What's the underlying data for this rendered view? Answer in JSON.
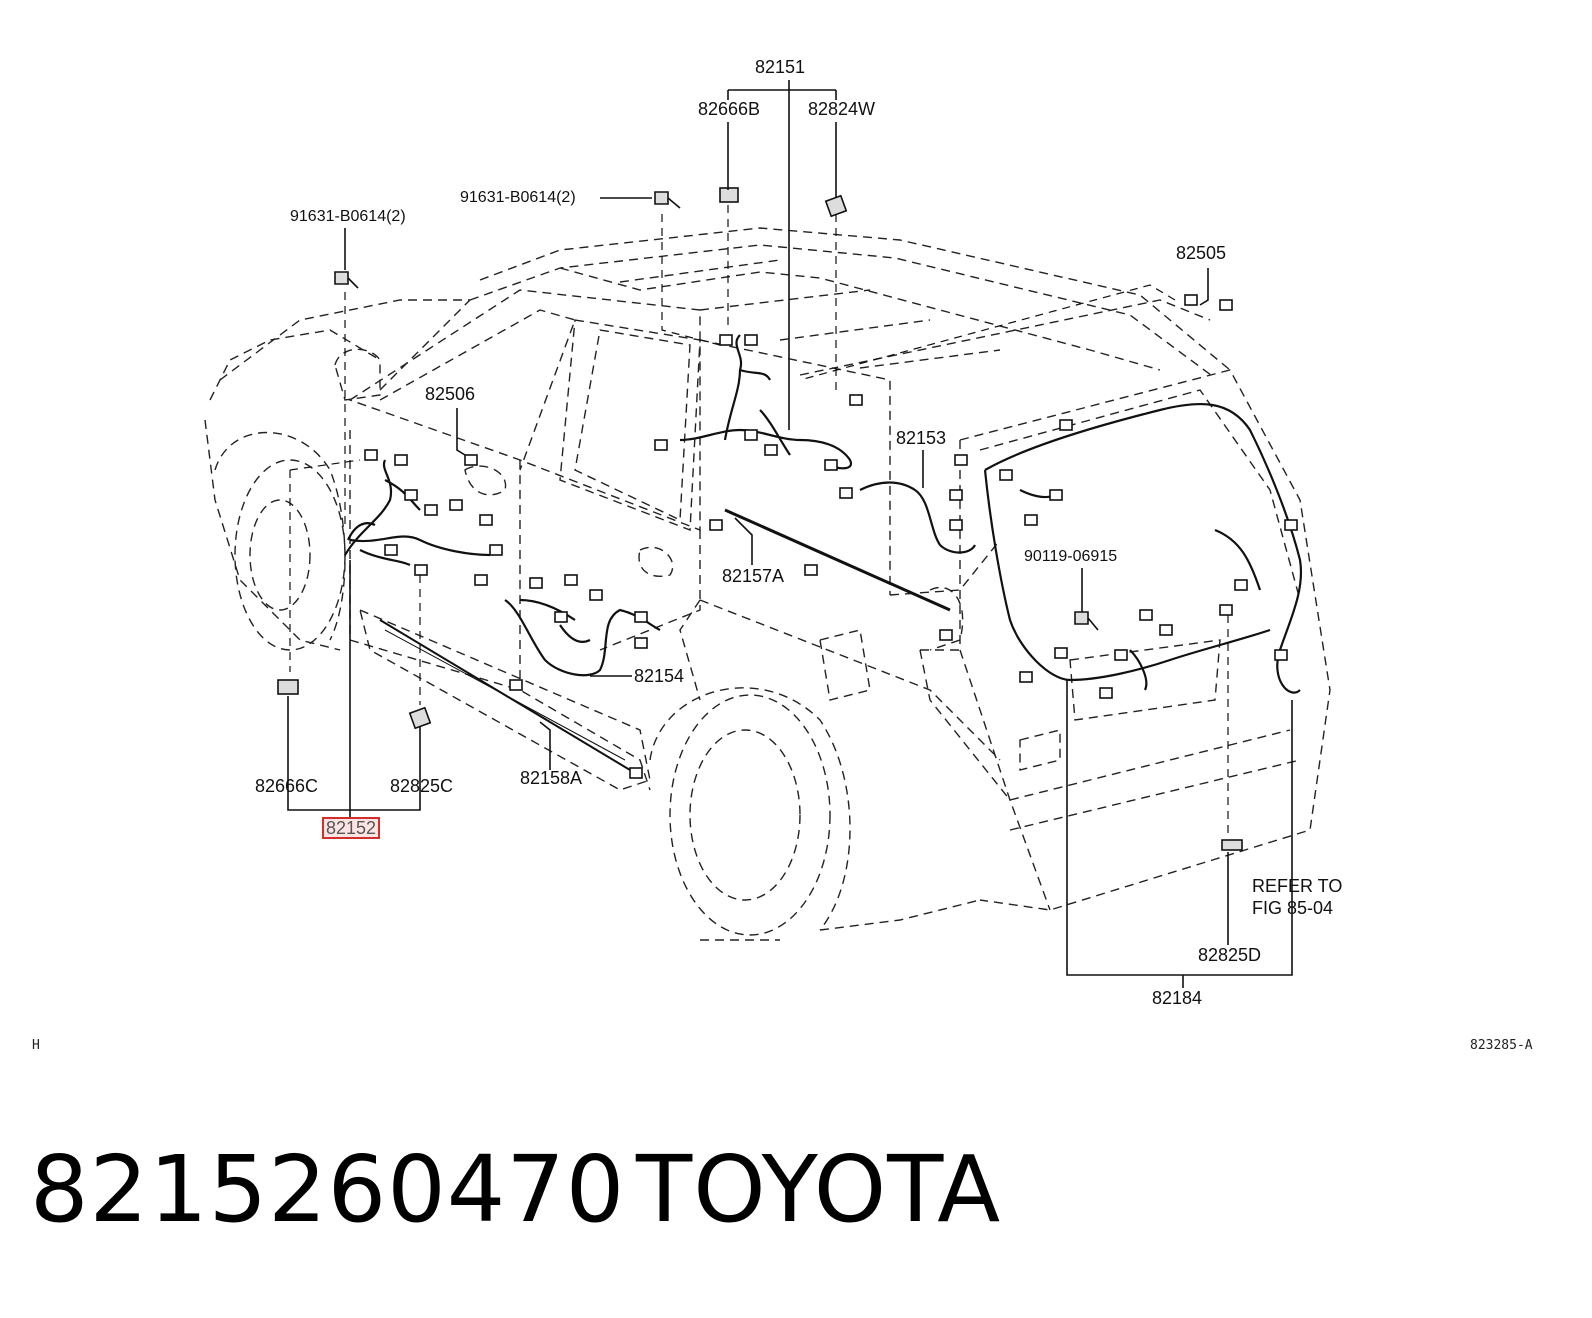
{
  "callouts": {
    "c82151": "82151",
    "c82666B": "82666B",
    "c82824W": "82824W",
    "c91631_top": "91631-B0614(2)",
    "c91631_left": "91631-B0614(2)",
    "c82505": "82505",
    "c82506": "82506",
    "c82153": "82153",
    "c90119": "90119-06915",
    "c82157A": "82157A",
    "c82154": "82154",
    "c82158A": "82158A",
    "c82666C": "82666C",
    "c82825C": "82825C",
    "c82152": "82152",
    "c82825D": "82825D",
    "c82184": "82184",
    "refer_note": "REFER TO\nFIG 85-04"
  },
  "corner_left": "H",
  "corner_right": "823285-A",
  "footer": {
    "part_number": "8215260470",
    "brand": "TOYOTA"
  },
  "colors": {
    "highlight_border": "#d32f2f",
    "highlight_fill": "#fde4e4"
  }
}
